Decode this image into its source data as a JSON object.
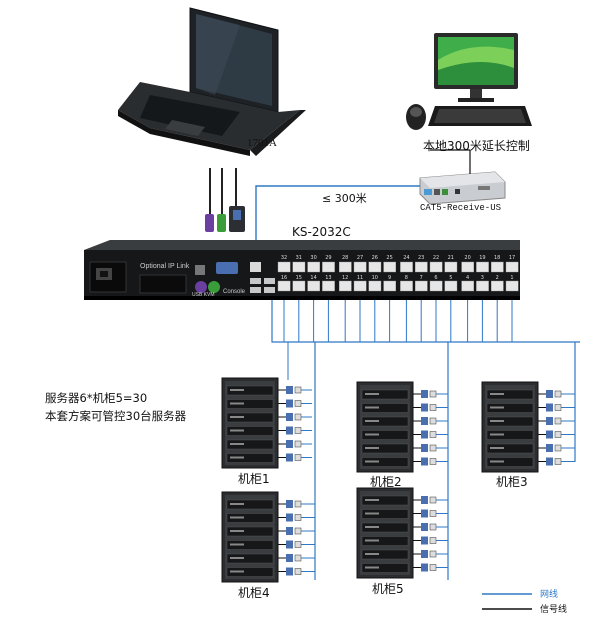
{
  "diagram": {
    "laptop_model": "1701A",
    "local_control": "本地300米延长控制",
    "distance": "≤ 300米",
    "receiver_model": "CAT5-Receive-US",
    "switch_model": "KS-2032C",
    "panel_optional_ip": "Optional IP Link",
    "panel_console": "Console",
    "panel_usb_kvm": "USB KVM",
    "port_top": [
      "32",
      "31",
      "30",
      "29",
      "28",
      "27",
      "26",
      "25",
      "24",
      "23",
      "22",
      "21",
      "20",
      "19",
      "18",
      "17"
    ],
    "port_bottom": [
      "16",
      "15",
      "14",
      "13",
      "12",
      "11",
      "10",
      "9",
      "8",
      "7",
      "6",
      "5",
      "4",
      "3",
      "2",
      "1"
    ],
    "summary_line1": "服务器6*机柜5=30",
    "summary_line2": "本套方案可管控30台服务器",
    "cabinets": [
      "机柜1",
      "机柜2",
      "机柜3",
      "机柜4",
      "机柜5"
    ],
    "legend": {
      "network": "网线",
      "signal": "信号线",
      "network_color": "#2f78c6",
      "signal_color": "#111111"
    }
  }
}
